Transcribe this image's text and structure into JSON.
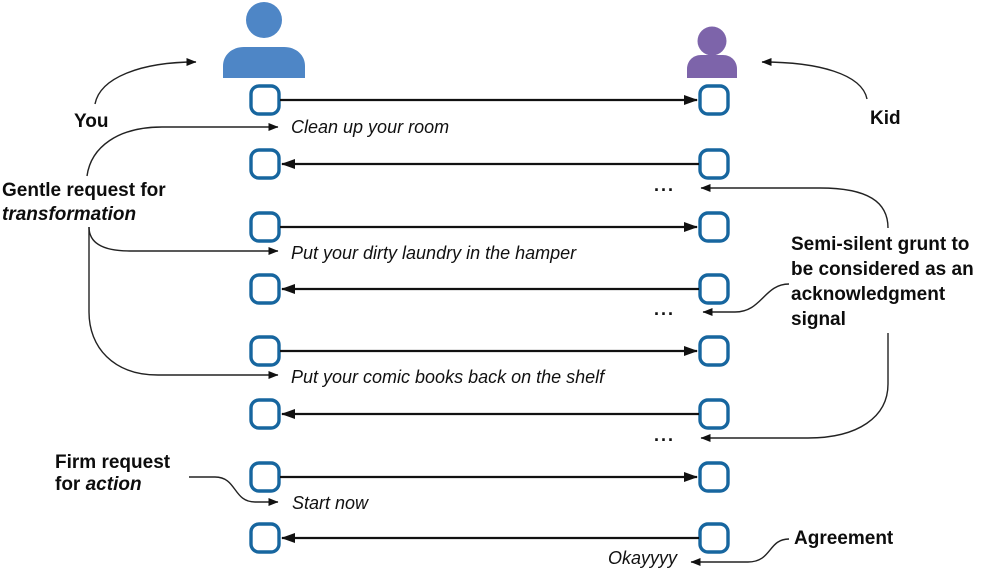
{
  "actors": {
    "left": {
      "label": "You",
      "color": "#4e86c6"
    },
    "right": {
      "label": "Kid",
      "color": "#7d64aa"
    }
  },
  "messages": [
    {
      "direction": "right",
      "from": "You",
      "to": "Kid",
      "label": "Clean up your room"
    },
    {
      "direction": "left",
      "from": "Kid",
      "to": "You",
      "label": "..."
    },
    {
      "direction": "right",
      "from": "You",
      "to": "Kid",
      "label": "Put your dirty laundry in the hamper"
    },
    {
      "direction": "left",
      "from": "Kid",
      "to": "You",
      "label": "..."
    },
    {
      "direction": "right",
      "from": "You",
      "to": "Kid",
      "label": "Put your comic books back on the shelf"
    },
    {
      "direction": "left",
      "from": "Kid",
      "to": "You",
      "label": "..."
    },
    {
      "direction": "right",
      "from": "You",
      "to": "Kid",
      "label": "Start now"
    },
    {
      "direction": "left",
      "from": "Kid",
      "to": "You",
      "label": "Okayyyy"
    }
  ],
  "annotations": {
    "gentle_request": {
      "line1": "Gentle request for",
      "line2": "transformation"
    },
    "semi_silent_grunt": {
      "line1": "Semi-silent grunt to",
      "line2": "be considered as an",
      "line3": "acknowledgment",
      "line4": "signal"
    },
    "firm_request": {
      "line1": "Firm request",
      "line2_plain": "for ",
      "line2_emphasis": "action"
    },
    "agreement": "Agreement"
  },
  "colors": {
    "parent_icon": "#4e86c6",
    "kid_icon": "#7d64aa",
    "port_border": "#17669f",
    "arrow": "#111111"
  }
}
